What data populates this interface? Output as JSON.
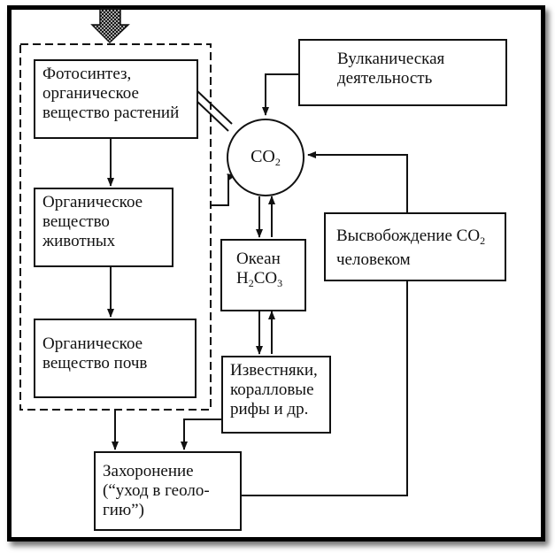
{
  "diagram": {
    "nodes": {
      "photosynthesis": {
        "text": "Фотосинтез,\nорганическое\nвещество растений"
      },
      "animal_matter": {
        "text": "Органическое\nвещество\nживотных"
      },
      "soil_matter": {
        "text": "Органическое\nвещество почв"
      },
      "volcanic": {
        "text": "Вулканическая\nдеятельность"
      },
      "co2": {
        "main": "CO",
        "sub": "2"
      },
      "ocean": {
        "line1": "Океан",
        "formula_a": "H",
        "sub_a": "2",
        "formula_b": "CO",
        "sub_b": "3"
      },
      "human_release": {
        "text_a": "Высвобождение CO",
        "sub": "2",
        "text_b": "человеком"
      },
      "limestone": {
        "text": "Известняки,\nкоралловые\nрифы и др."
      },
      "burial": {
        "text": "Захоронение\n(“уход в геоло-\nгию”)"
      }
    },
    "colors": {
      "line": "#111111",
      "background": "#ffffff"
    },
    "icons": {
      "sun_input": "hatched-down-arrow-icon"
    }
  }
}
